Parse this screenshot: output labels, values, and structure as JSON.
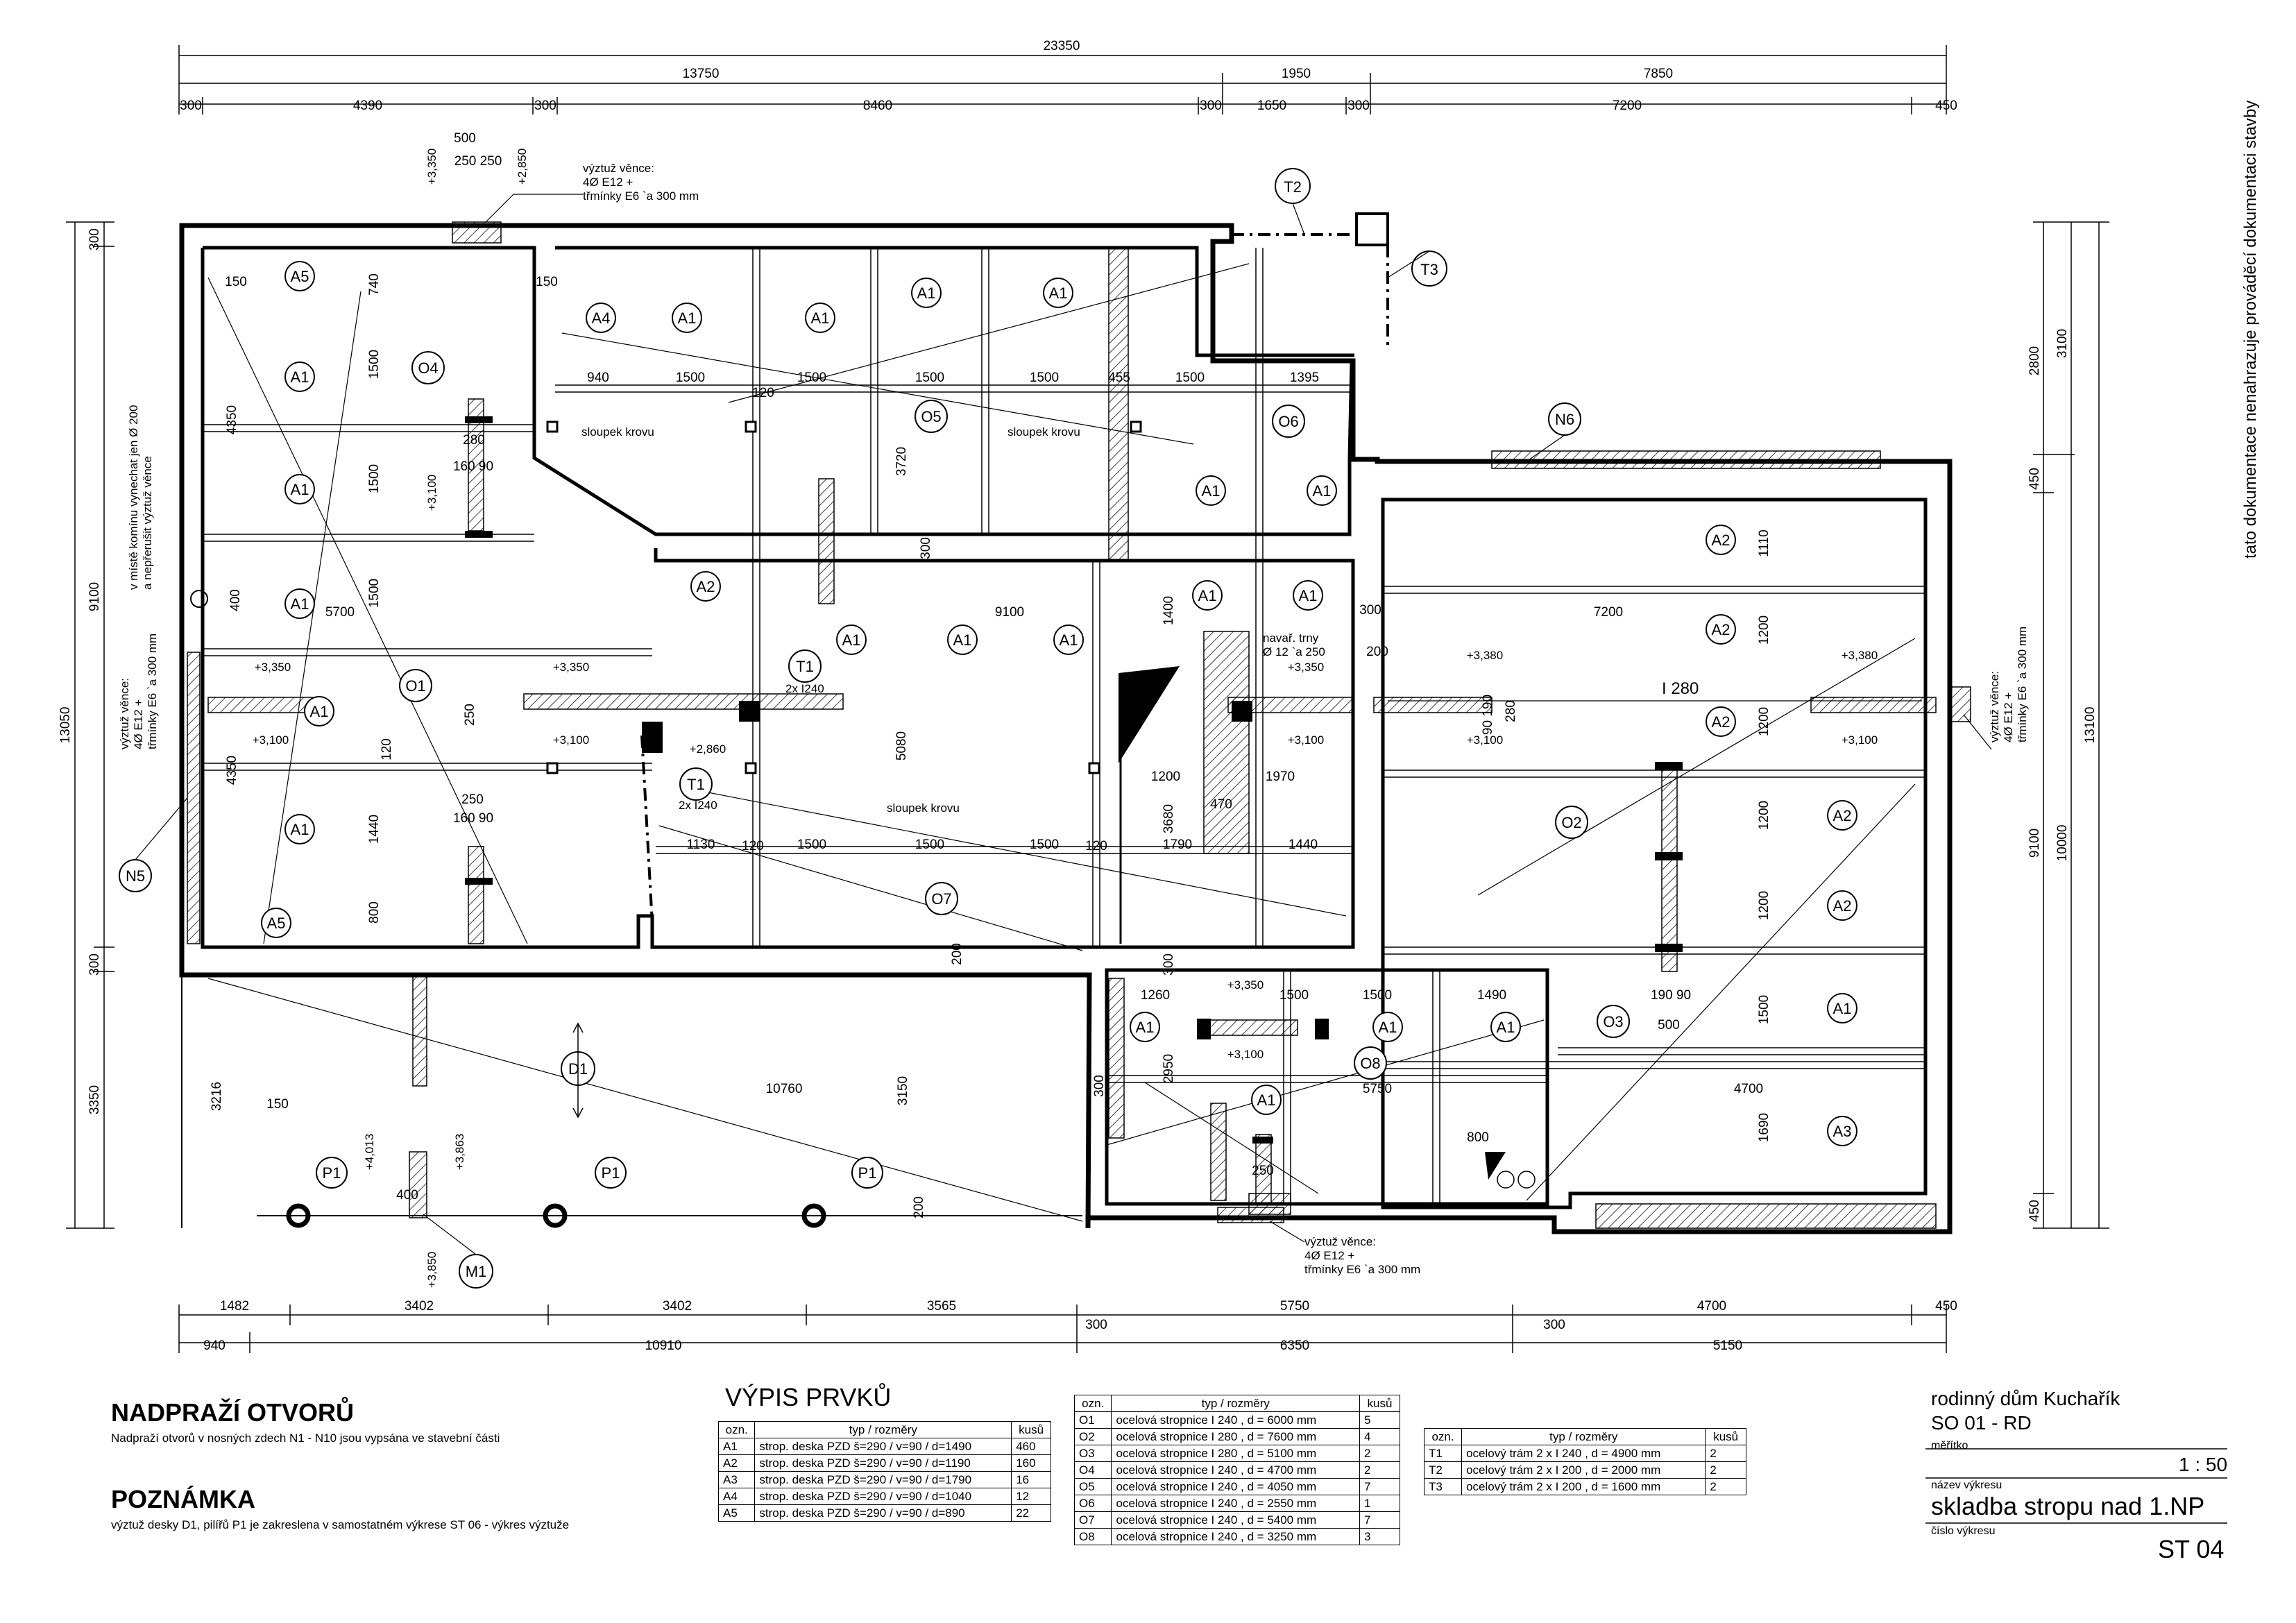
{
  "drawing": {
    "top_dims_row1": [
      "23350"
    ],
    "top_dims_row2": [
      "13750",
      "1950",
      "7850"
    ],
    "top_dims_row3": [
      "300",
      "4390",
      "300",
      "8460",
      "300",
      "1650",
      "300",
      "7200",
      "450"
    ],
    "bottom_dims_row1": [
      "1482",
      "3402",
      "3402",
      "3565",
      "5750",
      "4700",
      "450"
    ],
    "bottom_dims_row2": [
      "940",
      "300",
      "10910",
      "6350",
      "300",
      "5150"
    ],
    "left_dims_outer": [
      "13050"
    ],
    "left_dims_inner": [
      "300",
      "9100",
      "300",
      "3350"
    ],
    "right_dims_outer": [
      "13100"
    ],
    "right_dims_mid": [
      "3100",
      "10000"
    ],
    "right_dims_inner": [
      "2800",
      "450",
      "9100",
      "450"
    ],
    "room_dims": [
      "940",
      "1500",
      "1500",
      "1500",
      "1500",
      "455",
      "1500",
      "1395",
      "5700",
      "9100",
      "7200",
      "1130",
      "1500",
      "1500",
      "1500",
      "1790",
      "1440",
      "1200",
      "1970",
      "1260",
      "1500",
      "1500",
      "1490",
      "10760",
      "5750",
      "4700",
      "3720",
      "5080",
      "3680",
      "3150",
      "2950",
      "1110",
      "1200",
      "1200",
      "1200",
      "1200",
      "1500",
      "1690",
      "4350",
      "4350",
      "1500",
      "1500",
      "1500",
      "1440",
      "800",
      "740",
      "1400",
      "470",
      "120",
      "120",
      "120",
      "120",
      "400",
      "3216",
      "150",
      "200",
      "200",
      "200",
      "300",
      "300",
      "300",
      "300",
      "150",
      "150",
      "800",
      "500",
      "400",
      "280",
      "280",
      "250",
      "250",
      "160 90",
      "160 90",
      "190 90",
      "90 190",
      "250 250",
      "500",
      "250"
    ],
    "elevations": [
      "+3,350",
      "+3,850",
      "+2,850",
      "+3,100",
      "+3,350",
      "+3,100",
      "+3,350",
      "+3,100",
      "+3,350",
      "+3,100",
      "+2,860",
      "+3,380",
      "+3,100",
      "+3,380",
      "+3,100",
      "+4,013",
      "+3,863",
      "+3,350",
      "+3,100"
    ],
    "panel_labels": [
      "A5",
      "A1",
      "A1",
      "A1",
      "A1",
      "A1",
      "A5",
      "A4",
      "A1",
      "A1",
      "A1",
      "A1",
      "A1",
      "A1",
      "A2",
      "A1",
      "A1",
      "A1",
      "A1",
      "A1",
      "A2",
      "A2",
      "A2",
      "A2",
      "A2",
      "A1",
      "A3",
      "A1",
      "A1",
      "A1",
      "A1"
    ],
    "beam_labels": [
      "O1",
      "O2",
      "O3",
      "O4",
      "O5",
      "O6",
      "O7",
      "O8"
    ],
    "lintel_labels": [
      "N5",
      "N6"
    ],
    "truss_labels": [
      "T1",
      "T1",
      "T2",
      "T3"
    ],
    "misc_labels": [
      "D1",
      "M1",
      "P1",
      "P1",
      "P1"
    ],
    "beam_notes": {
      "t1_top": "2x I240",
      "t1_bottom": "2x I240",
      "i280": "I 280",
      "sloupek": "sloupek krovu",
      "navar": "navař. trny",
      "navar2": "Ø 12 `a 250"
    },
    "rebar_note_top": [
      "výztuž věnce:",
      "4Ø E12 +",
      "třmínky E6 `a 300 mm"
    ],
    "rebar_note_left": [
      "výztuž věnce:",
      "4Ø E12 +",
      "třmínky E6 `a 300 mm"
    ],
    "rebar_note_right": [
      "výztuž věnce:",
      "4Ø E12 +",
      "třmínky E6 `a 300 mm"
    ],
    "rebar_note_bottom": [
      "výztuž věnce:",
      "4Ø E12 +",
      "třmínky E6 `a 300 mm"
    ],
    "chimney_note": [
      "v místě komínu vynechat jen Ø 200",
      "a nepřerušit výztuž věnce"
    ]
  },
  "headings": {
    "nadprazi": "NADPRAŽÍ OTVORŮ",
    "nadprazi_note": "Nadpraží otvorů v nosných zdech N1 - N10 jsou vypsána ve stavební části",
    "poznamka": "POZNÁMKA",
    "poznamka_note": "výztuž desky D1, pilířů P1 je zakreslena v samostatném výkrese ST 06 - výkres výztuže",
    "vypis": "VÝPIS PRVKŮ"
  },
  "table_a": {
    "headers": [
      "ozn.",
      "typ / rozměry",
      "kusů"
    ],
    "rows": [
      [
        "A1",
        "strop. deska PZD š=290 / v=90 / d=1490",
        "460"
      ],
      [
        "A2",
        "strop. deska PZD š=290 / v=90 / d=1190",
        "160"
      ],
      [
        "A3",
        "strop. deska PZD š=290 / v=90 / d=1790",
        "16"
      ],
      [
        "A4",
        "strop. deska PZD š=290 / v=90 / d=1040",
        "12"
      ],
      [
        "A5",
        "strop. deska PZD š=290 / v=90 / d=890",
        "22"
      ]
    ]
  },
  "table_o": {
    "headers": [
      "ozn.",
      "typ / rozměry",
      "kusů"
    ],
    "rows": [
      [
        "O1",
        "ocelová stropnice I 240 , d = 6000 mm",
        "5"
      ],
      [
        "O2",
        "ocelová stropnice I 280 , d = 7600 mm",
        "4"
      ],
      [
        "O3",
        "ocelová stropnice I 280 , d = 5100 mm",
        "2"
      ],
      [
        "O4",
        "ocelová stropnice I 240 , d = 4700 mm",
        "2"
      ],
      [
        "O5",
        "ocelová stropnice I 240 , d = 4050 mm",
        "7"
      ],
      [
        "O6",
        "ocelová stropnice I 240 , d = 2550 mm",
        "1"
      ],
      [
        "O7",
        "ocelová stropnice I 240 , d = 5400 mm",
        "7"
      ],
      [
        "O8",
        "ocelová stropnice I 240 , d = 3250 mm",
        "3"
      ]
    ]
  },
  "table_t": {
    "headers": [
      "ozn.",
      "typ / rozměry",
      "kusů"
    ],
    "rows": [
      [
        "T1",
        "ocelový trám 2 x  I 240 , d = 4900 mm",
        "2"
      ],
      [
        "T2",
        "ocelový trám 2 x  I 200 , d = 2000 mm",
        "2"
      ],
      [
        "T3",
        "ocelový trám 2 x  I 200 , d = 1600 mm",
        "2"
      ]
    ]
  },
  "title_block": {
    "project": "rodinný dům Kuchařík",
    "object": "SO 01 - RD",
    "scale_label": "měřítko",
    "scale": "1 : 50",
    "name_label": "název výkresu",
    "name": "skladba stropu nad 1.NP",
    "number_label": "číslo výkresu",
    "number": "ST 04"
  },
  "side_note": "tato dokumentace nenahrazuje prováděcí dokumentaci stavby"
}
